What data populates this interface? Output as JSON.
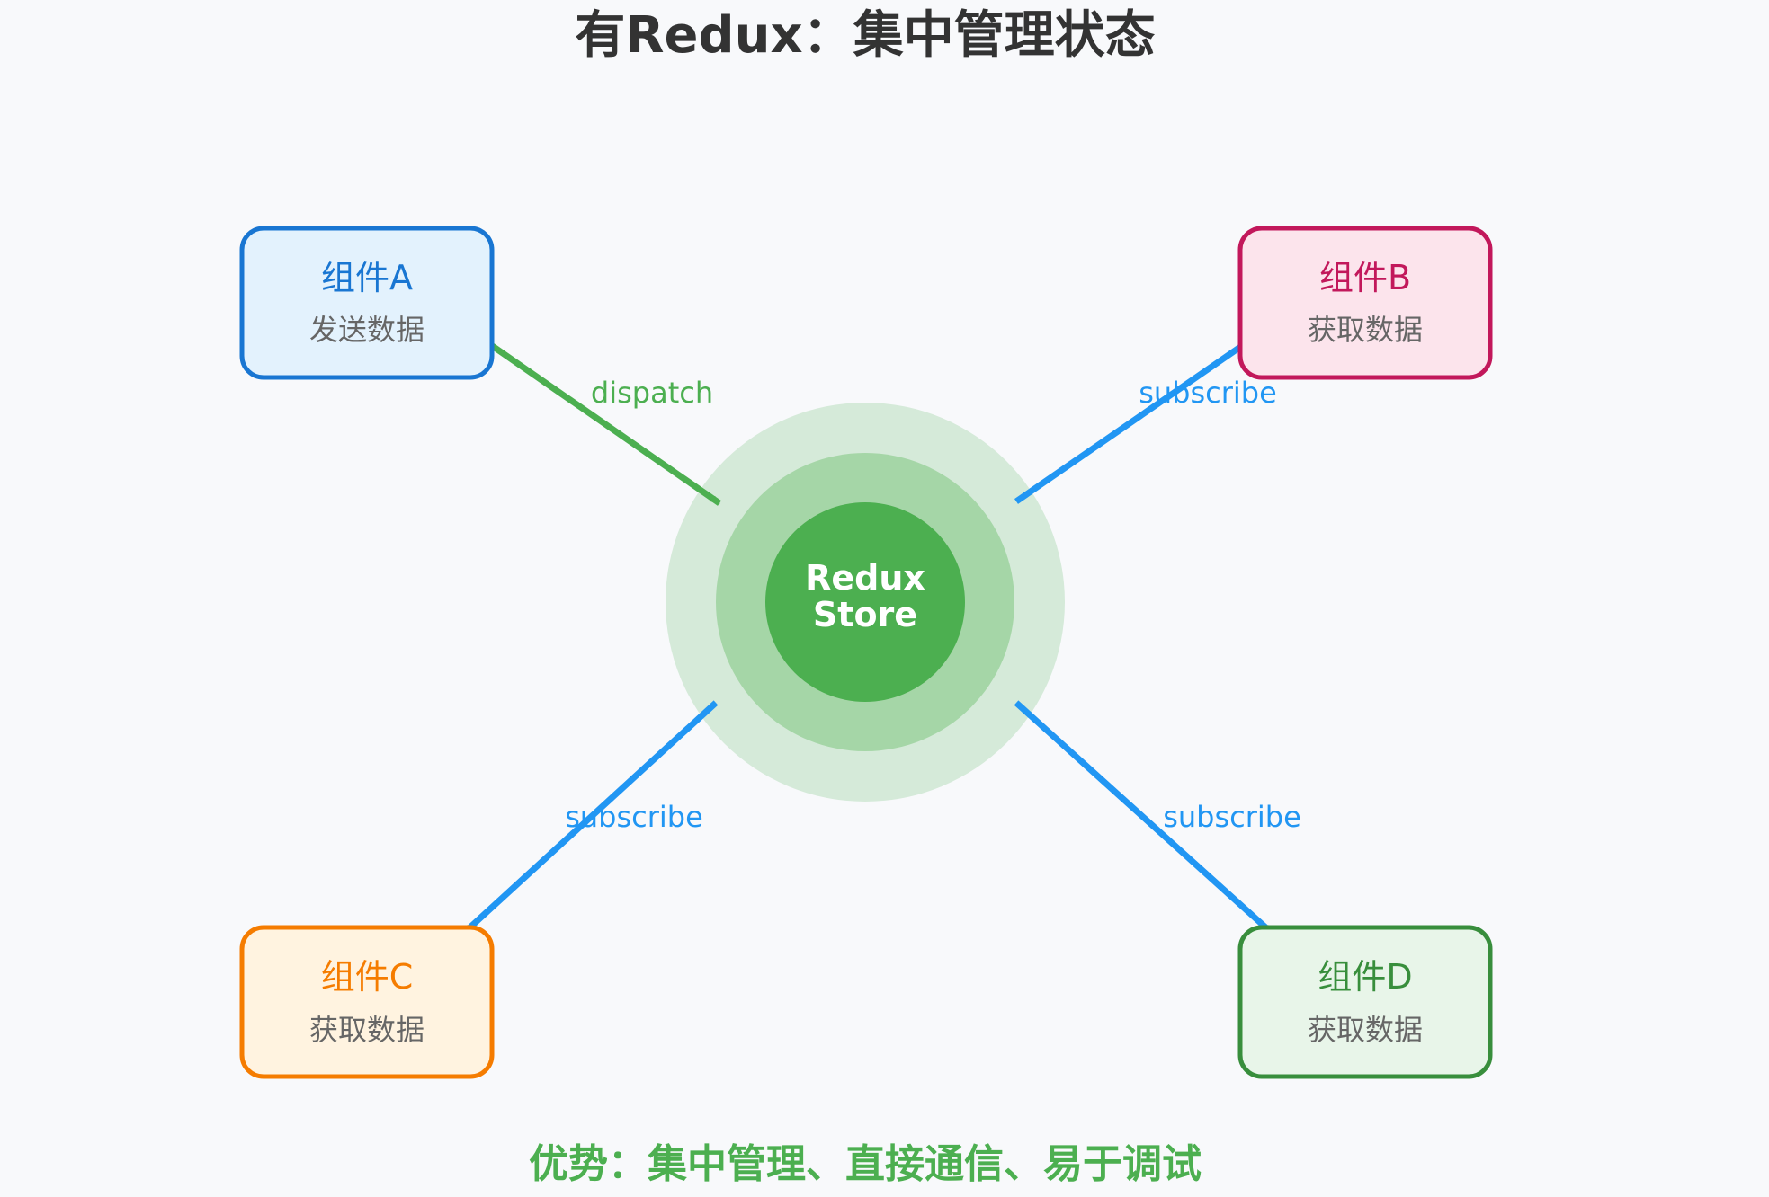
{
  "title": "有Redux：集中管理状态",
  "footer": "优势：集中管理、直接通信、易于调试",
  "store": {
    "line1": "Redux",
    "line2": "Store"
  },
  "nodes": [
    {
      "title": "组件A",
      "subtitle": "发送数据",
      "border": "#1976d2",
      "fill": "#e3f2fd",
      "text": "#1976d2"
    },
    {
      "title": "组件B",
      "subtitle": "获取数据",
      "border": "#c2185b",
      "fill": "#fce4ec",
      "text": "#c2185b"
    },
    {
      "title": "组件C",
      "subtitle": "获取数据",
      "border": "#f57c00",
      "fill": "#fff3e0",
      "text": "#f57c00"
    },
    {
      "title": "组件D",
      "subtitle": "获取数据",
      "border": "#388e3c",
      "fill": "#e8f5e9",
      "text": "#388e3c"
    }
  ],
  "edges": [
    {
      "label": "dispatch",
      "color": "#4caf50"
    },
    {
      "label": "subscribe",
      "color": "#2196f3"
    },
    {
      "label": "subscribe",
      "color": "#2196f3"
    },
    {
      "label": "subscribe",
      "color": "#2196f3"
    }
  ],
  "colors": {
    "store_core": "#4caf50",
    "store_mid": "#a5d6a7",
    "store_outer": "#d5ead9",
    "arrowhead": "#4caf50"
  }
}
